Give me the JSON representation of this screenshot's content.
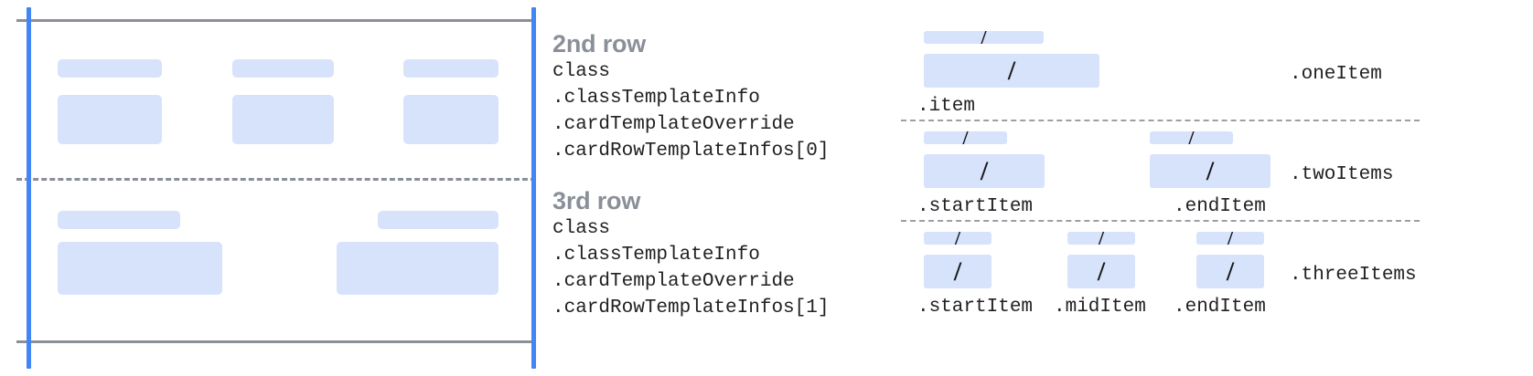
{
  "colors": {
    "block_fill": "#d7e2fb",
    "guide_blue": "#4285f4",
    "rule_gray": "#8a8f98",
    "heading_gray": "#8a8f98",
    "code_text": "#202124"
  },
  "card_panel": {
    "name": "card-template-preview",
    "row_divider_style": "dashed",
    "bounds_style": "solid-gray-lines",
    "vertical_guides": 2,
    "rows": [
      {
        "index": 0,
        "items": [
          {
            "label_bar": true,
            "body_block": true
          },
          {
            "label_bar": true,
            "body_block": true
          },
          {
            "label_bar": true,
            "body_block": true
          }
        ]
      },
      {
        "index": 1,
        "items": [
          {
            "label_bar": true,
            "body_block": true
          },
          {
            "label_bar": true,
            "body_block": true
          }
        ]
      }
    ]
  },
  "annotations": [
    {
      "title": "2nd row",
      "code_lines": [
        "class",
        ".classTemplateInfo",
        ".cardTemplateOverride",
        ".cardRowTemplateInfos[0]"
      ]
    },
    {
      "title": "3rd row",
      "code_lines": [
        "class",
        ".classTemplateInfo",
        ".cardTemplateOverride",
        ".cardRowTemplateInfos[1]"
      ]
    }
  ],
  "item_layouts": [
    {
      "row_label": ".oneItem",
      "items": [
        {
          "label": ".item",
          "slash": "/"
        }
      ]
    },
    {
      "row_label": ".twoItems",
      "items": [
        {
          "label": ".startItem",
          "slash": "/"
        },
        {
          "label": ".endItem",
          "slash": "/"
        }
      ]
    },
    {
      "row_label": ".threeItems",
      "items": [
        {
          "label": ".startItem",
          "slash": "/"
        },
        {
          "label": ".midItem",
          "slash": "/"
        },
        {
          "label": ".endItem",
          "slash": "/"
        }
      ]
    }
  ]
}
